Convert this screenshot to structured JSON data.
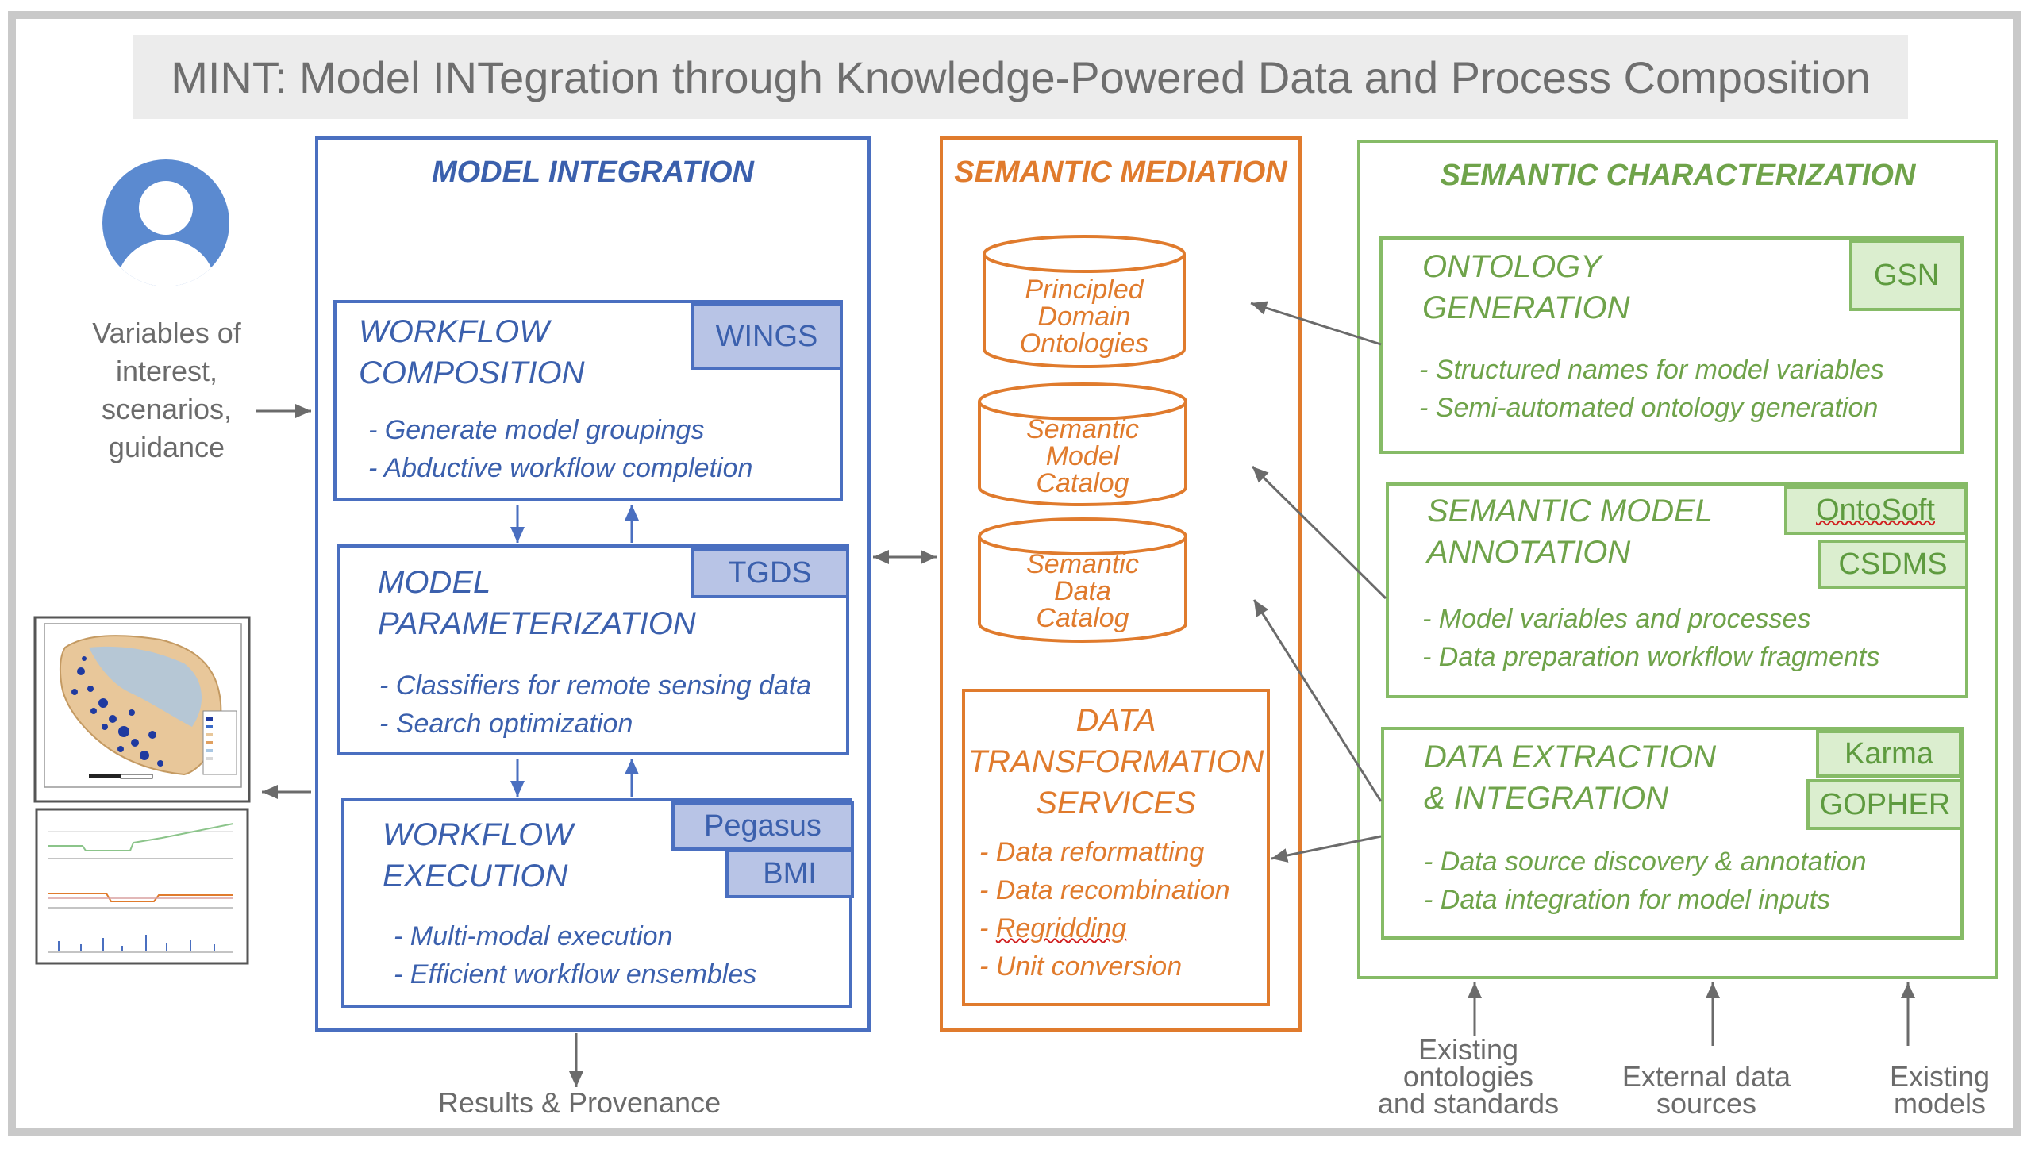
{
  "title": "MINT: Model INTegration through Knowledge-Powered Data and Process Composition",
  "user_input_text": [
    "Variables of",
    "interest,",
    "scenarios,",
    "guidance"
  ],
  "results_text": "Results & Provenance",
  "model_integration": {
    "heading": "MODEL INTEGRATION",
    "workflow_composition": {
      "title": [
        "WORKFLOW",
        "COMPOSITION"
      ],
      "tags": [
        "WINGS"
      ],
      "bullets": [
        "- Generate model groupings",
        "- Abductive workflow completion"
      ]
    },
    "model_parameterization": {
      "title": [
        "MODEL",
        "PARAMETERIZATION"
      ],
      "tags": [
        "TGDS"
      ],
      "bullets": [
        "- Classifiers for remote sensing data",
        "- Search optimization"
      ]
    },
    "workflow_execution": {
      "title": [
        "WORKFLOW",
        "EXECUTION"
      ],
      "tags": [
        "Pegasus",
        "BMI"
      ],
      "bullets": [
        "- Multi-modal execution",
        "- Efficient workflow ensembles"
      ]
    }
  },
  "semantic_mediation": {
    "heading": "SEMANTIC MEDIATION",
    "stores": [
      [
        "Principled",
        "Domain",
        "Ontologies"
      ],
      [
        "Semantic",
        "Model",
        "Catalog"
      ],
      [
        "Semantic",
        "Data",
        "Catalog"
      ]
    ],
    "data_transformation": {
      "title": [
        "DATA",
        "TRANSFORMATION",
        "SERVICES"
      ],
      "bullets": [
        "- Data reformatting",
        "- Data recombination",
        "- ",
        "Regridding",
        "- Unit conversion"
      ]
    }
  },
  "semantic_characterization": {
    "heading": "SEMANTIC CHARACTERIZATION",
    "ontology_generation": {
      "title": [
        "ONTOLOGY",
        "GENERATION"
      ],
      "tags": [
        "GSN"
      ],
      "bullets": [
        "- Structured names for model variables",
        "- Semi-automated ontology generation"
      ]
    },
    "semantic_model_annotation": {
      "title": [
        "SEMANTIC MODEL",
        "ANNOTATION"
      ],
      "tags": [
        "OntoSoft",
        "CSDMS"
      ],
      "bullets": [
        "- Model variables and processes",
        "- Data preparation workflow fragments"
      ]
    },
    "data_extraction": {
      "title": [
        "DATA EXTRACTION",
        "& INTEGRATION"
      ],
      "tags": [
        "Karma",
        "GOPHER"
      ],
      "bullets": [
        "- Data source discovery & annotation",
        "- Data integration for model inputs"
      ]
    }
  },
  "bottom_inputs": [
    [
      "Existing",
      "ontologies",
      "and standards"
    ],
    [
      "External data",
      "sources"
    ],
    [
      "Existing",
      "models"
    ]
  ],
  "colors": {
    "blue": "#3b60ad",
    "orange": "#e07b2d",
    "green": "#6fa34a",
    "gray_text": "#6b6b6b"
  }
}
